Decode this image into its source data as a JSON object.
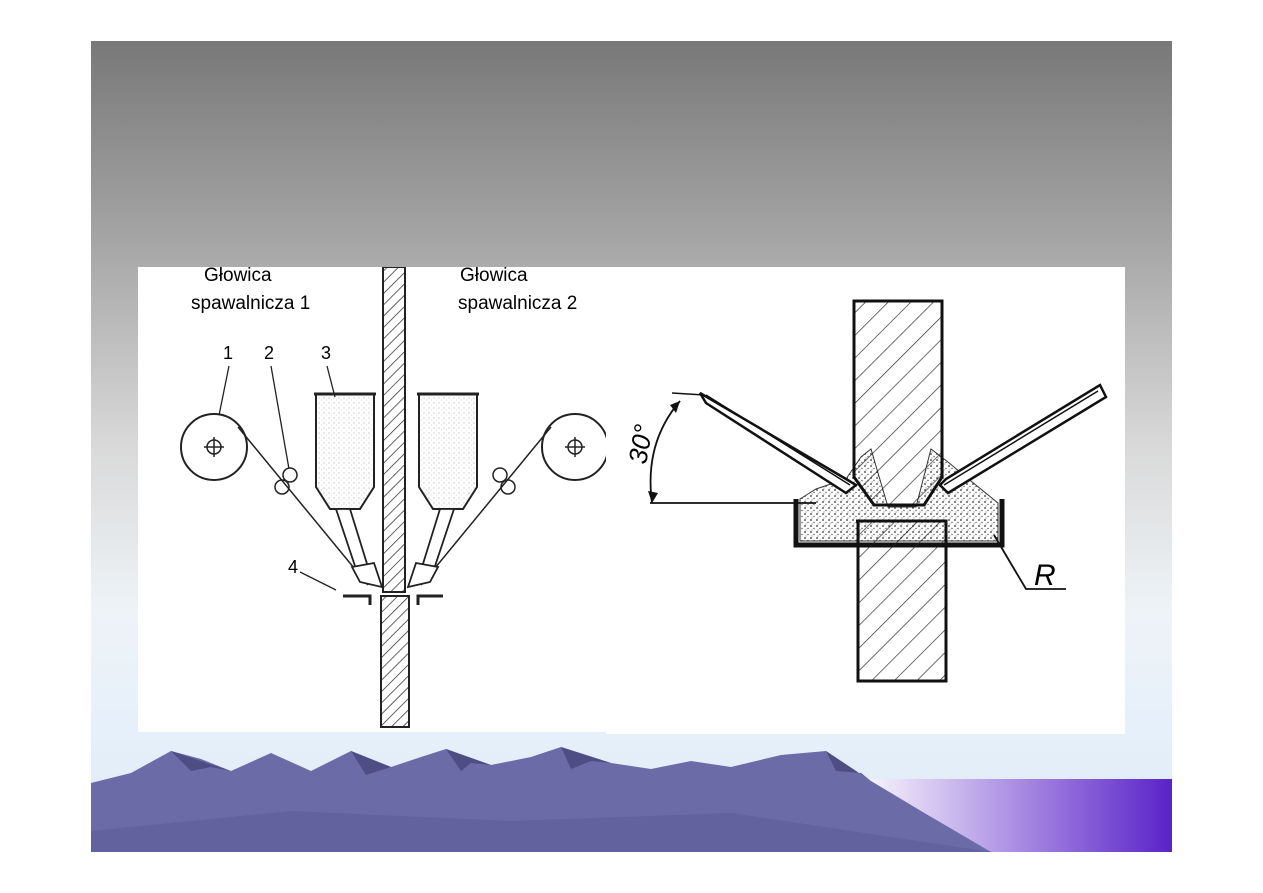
{
  "left_diagram": {
    "head1_line1": "Głowica",
    "head1_line2": "spawalnicza 1",
    "head2_line1": "Głowica",
    "head2_line2": "spawalnicza 2",
    "labels": [
      "1",
      "2",
      "3",
      "4"
    ]
  },
  "right_diagram": {
    "angle_label": "30°",
    "r_label": "R"
  },
  "colors": {
    "mountain": "#6b6ba8",
    "mountain_dark": "#4e4e85",
    "accent": "#5a22c8"
  }
}
